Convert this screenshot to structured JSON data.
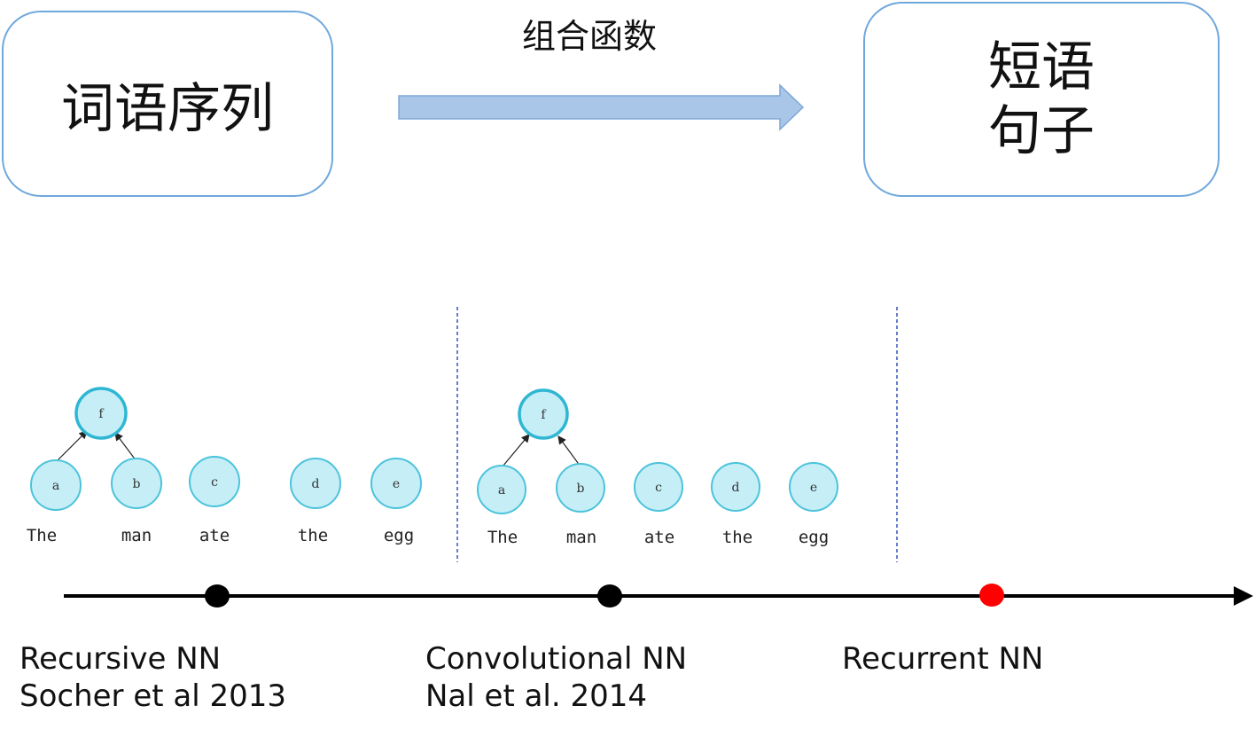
{
  "top": {
    "input_box": "词语序列",
    "function_label": "组合函数",
    "output_box_lines": [
      "短语",
      "句子"
    ]
  },
  "panels": [
    {
      "parent": "f",
      "nodes": [
        "a",
        "b",
        "c",
        "d",
        "e"
      ],
      "words": [
        "The",
        "man",
        "ate",
        "the",
        "egg"
      ]
    },
    {
      "parent": "f",
      "nodes": [
        "a",
        "b",
        "c",
        "d",
        "e"
      ],
      "words": [
        "The",
        "man",
        "ate",
        "the",
        "egg"
      ]
    }
  ],
  "timeline": {
    "models": [
      {
        "name": "Recursive NN",
        "citation": "Socher et al 2013",
        "dot_color": "#000000"
      },
      {
        "name": "Convolutional NN",
        "citation": "Nal et al. 2014",
        "dot_color": "#000000"
      },
      {
        "name": "Recurrent NN",
        "citation": "",
        "dot_color": "#ff0000"
      }
    ]
  },
  "colors": {
    "box_border": "#6fa8dc",
    "arrow_fill": "#a9c6e8",
    "node_fill": "#c6eef7",
    "node_stroke": "#4cc3dc",
    "divider": "#3355bb"
  }
}
